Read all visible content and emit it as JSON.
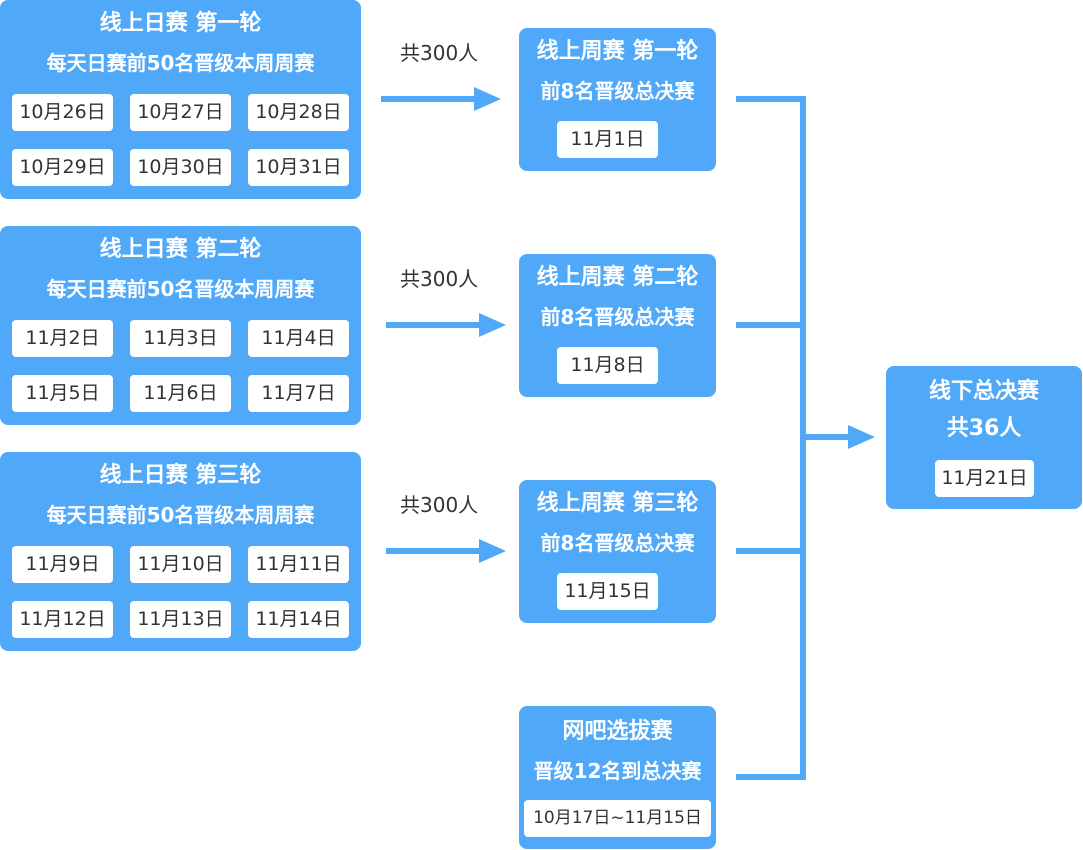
{
  "daily_rounds": [
    {
      "title": "线上日赛 第一轮",
      "subtitle": "每天日赛前50名晋级本周周赛",
      "dates": [
        "10月26日",
        "10月27日",
        "10月28日",
        "10月29日",
        "10月30日",
        "10月31日"
      ]
    },
    {
      "title": "线上日赛 第二轮",
      "subtitle": "每天日赛前50名晋级本周周赛",
      "dates": [
        "11月2日",
        "11月3日",
        "11月4日",
        "11月5日",
        "11月6日",
        "11月7日"
      ]
    },
    {
      "title": "线上日赛 第三轮",
      "subtitle": "每天日赛前50名晋级本周周赛",
      "dates": [
        "11月9日",
        "11月10日",
        "11月11日",
        "11月12日",
        "11月13日",
        "11月14日"
      ]
    }
  ],
  "arrow_labels": [
    "共300人",
    "共300人",
    "共300人"
  ],
  "weekly_rounds": [
    {
      "title": "线上周赛 第一轮",
      "subtitle": "前8名晋级总决赛",
      "date": "11月1日"
    },
    {
      "title": "线上周赛 第二轮",
      "subtitle": "前8名晋级总决赛",
      "date": "11月8日"
    },
    {
      "title": "线上周赛 第三轮",
      "subtitle": "前8名晋级总决赛",
      "date": "11月15日"
    }
  ],
  "cafe_round": {
    "title": "网吧选拔赛",
    "subtitle": "晋级12名到总决赛",
    "date": "10月17日~11月15日"
  },
  "final": {
    "title": "线下总决赛",
    "subtitle": "共36人",
    "date": "11月21日"
  },
  "colors": {
    "box": "#4fa8f8",
    "connector": "#4fa8f8",
    "pill_bg": "#ffffff",
    "pill_text": "#333333",
    "label_text": "#333333"
  }
}
